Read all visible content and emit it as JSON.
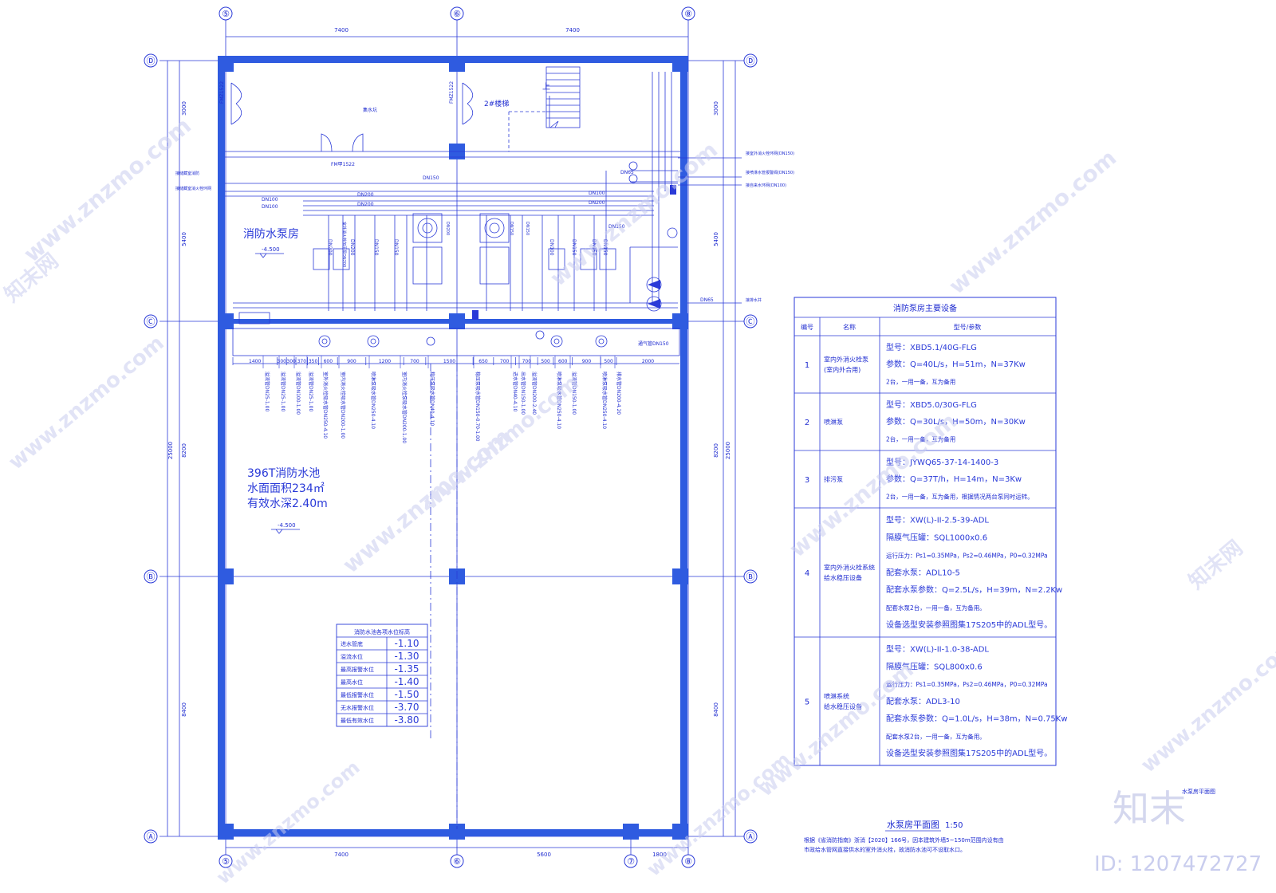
{
  "grid": {
    "cols": [
      "⑤",
      "⑥",
      "⑧",
      "⑦"
    ],
    "rows": [
      "Ⓓ",
      "Ⓒ",
      "Ⓑ",
      "Ⓐ"
    ]
  },
  "dims": {
    "top": [
      "7400",
      "7400"
    ],
    "bottom": [
      "7400",
      "5600",
      "1800"
    ],
    "left": [
      "3000",
      "5400",
      "8200",
      "8400"
    ],
    "left_total": "25000",
    "right": [
      "3000",
      "5400",
      "8200",
      "8400"
    ],
    "right_total": "25000",
    "tank_row": [
      "1400",
      "300",
      "300",
      "370",
      "350",
      "600",
      "900",
      "1200",
      "700",
      "1500",
      "650",
      "700",
      "700",
      "500",
      "600",
      "900",
      "500",
      "2000"
    ]
  },
  "rooms": {
    "pump_room": "消防水泵房",
    "pump_room_level": "-4.500",
    "tank_title": "396T消防水池",
    "tank_area": "水面面积234㎡",
    "tank_depth": "有效水深2.40m",
    "tank_level": "-4.500",
    "stair": "2#楼梯",
    "stair_up": "上",
    "door1": "FMZ1522",
    "door2": "FMZ1522",
    "door3": "FM甲1522",
    "niche": "集水坑",
    "vent": "通气管DN150"
  },
  "pipes": {
    "dn150_main": "DN150",
    "dn100_a": "DN100",
    "dn100_b": "DN100",
    "dn200_a": "DN200",
    "dn200_b": "DN200",
    "dn100_c": "DN100",
    "dn200_c": "DN200",
    "dn65": "DN65",
    "dn65_b": "DN65",
    "left_label1": "接储藏室消防",
    "left_label2": "接储藏室消火栓环网",
    "right_label1": "接室外消火栓环网(DN150)",
    "right_label2": "接喷淋水管报警阀(DN150)",
    "right_label3": "接自来水环网(DN100)",
    "right_label4": "接排水井",
    "vertical": [
      "DN200",
      "DN150",
      "DN150",
      "DN200",
      "DN100",
      "DN150",
      "DN150",
      "DN150"
    ],
    "riser_notes": [
      "室外消火栓加压泵DN200",
      "DN200",
      "DN150",
      "DN150"
    ]
  },
  "tank_pipes": [
    "溢流管DN25-1.00",
    "溢流管DN25-1.00",
    "溢流管DN100-1.00",
    "溢流管DN25-1.00",
    "室外消火栓吸水管DN250-4.10",
    "室内消火栓吸水管DN200-1.00",
    "喷淋泵吸水管DN250-4.10",
    "室内消火栓泵吸水管DN200-1.00",
    "稳压泵吸水管DN40-4.10",
    "稳压泵吸水管DN150-0.70-1.00",
    "进水管DN40-4.10",
    "出水管DN150-1.00",
    "溢流管DN200-2.40",
    "喷淋泵吸水管DN250-4.10",
    "溢流管DN150-1.00",
    "喷淋泵吸水管DN250-4.10",
    "排水管DN200-4.20"
  ],
  "water_levels": {
    "title": "消防水池各项水位标高",
    "rows": [
      {
        "name": "进水管底",
        "value": "-1.10"
      },
      {
        "name": "溢流水位",
        "value": "-1.30"
      },
      {
        "name": "最高报警水位",
        "value": "-1.35"
      },
      {
        "name": "最高水位",
        "value": "-1.40"
      },
      {
        "name": "最低报警水位",
        "value": "-1.50"
      },
      {
        "name": "无水报警水位",
        "value": "-3.70"
      },
      {
        "name": "最低有效水位",
        "value": "-3.80"
      }
    ]
  },
  "equipment": {
    "title": "消防泵房主要设备",
    "headers": [
      "编号",
      "名称",
      "型号/参数"
    ],
    "rows": [
      {
        "no": "1",
        "name": [
          "室内外消火栓泵",
          "(室内外合用)"
        ],
        "params": [
          "型号：XBD5.1/40G-FLG",
          "参数：Q=40L/s，H=51m，N=37Kw",
          "2台，一用一备，互为备用"
        ]
      },
      {
        "no": "2",
        "name": [
          "喷淋泵"
        ],
        "params": [
          "型号：XBD5.0/30G-FLG",
          "参数：Q=30L/s，H=50m，N=30Kw",
          "2台，一用一备，互为备用"
        ]
      },
      {
        "no": "3",
        "name": [
          "排污泵"
        ],
        "params": [
          "型号：JYWQ65-37-14-1400-3",
          "参数：Q=37T/h，H=14m，N=3Kw",
          "2台，一用一备，互为备用，根据情况两台泵同时运转。"
        ]
      },
      {
        "no": "4",
        "name": [
          "室内外消火栓系统",
          "给水稳压设备"
        ],
        "params": [
          "型号：XW(L)-II-2.5-39-ADL",
          "隔膜气压罐：SQL1000x0.6",
          "运行压力：Ps1=0.35MPa，Ps2=0.46MPa，P0=0.32MPa",
          "配套水泵：ADL10-5",
          "配套水泵参数：Q=2.5L/s，H=39m，N=2.2Kw",
          "配套水泵2台，一用一备，互为备用。",
          "设备选型安装参照图集17S205中的ADL型号。"
        ]
      },
      {
        "no": "5",
        "name": [
          "喷淋系统",
          "给水稳压设备"
        ],
        "params": [
          "型号：XW(L)-II-1.0-38-ADL",
          "隔膜气压罐：SQL800x0.6",
          "运行压力：Ps1=0.35MPa，Ps2=0.46MPa，P0=0.32MPa",
          "配套水泵：ADL3-10",
          "配套水泵参数：Q=1.0L/s，H=38m，N=0.75Kw",
          "配套水泵2台，一用一备，互为备用。",
          "设备选型安装参照图集17S205中的ADL型号。"
        ]
      }
    ]
  },
  "drawing_title": "水泵房平面图",
  "drawing_scale": "1:50",
  "drawing_sub": "水泵房平面图",
  "note1": "根据《省消防指南》浙消【2020】166号，因本建筑外墙5~150m范围内设有由",
  "note2": "市政给水管网直接供水的室外消火栓，故消防水池可不设取水口。",
  "watermark": {
    "site": "www.znzmo.com",
    "brand": "知末网",
    "logo": "知末",
    "id": "ID: 1207472727"
  },
  "colors": {
    "line": "#1e2bd0",
    "wall": "#2f5be0",
    "watermark": "#c9cdee"
  }
}
